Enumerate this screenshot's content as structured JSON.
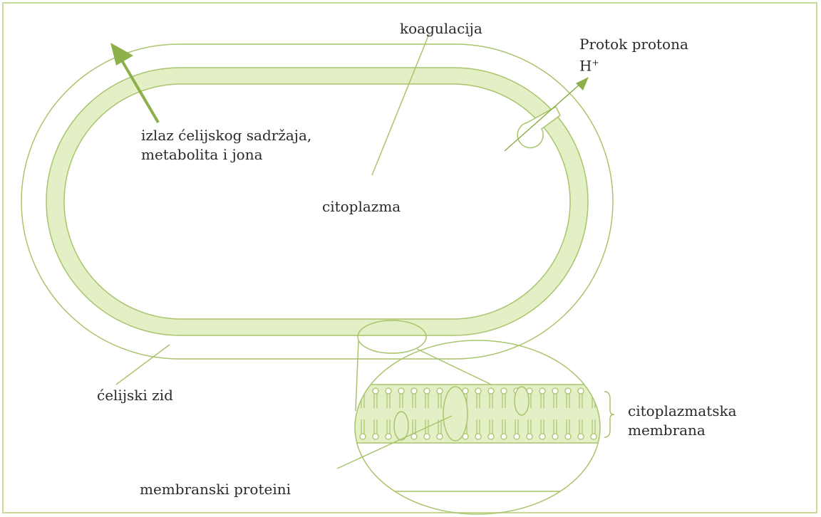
{
  "diagram": {
    "labels": {
      "coagulation": "koagulacija",
      "proton_flow": "Protok protona",
      "proton_symbol": "H",
      "proton_charge": "+",
      "leakage_line1": "izlaz ćelijskog sadržaja,",
      "leakage_line2": "metabolita i jona",
      "cytoplasm": "citoplazma",
      "cell_wall": "ćelijski zid",
      "cytoplasmic_membrane_line1": "citoplazmatska",
      "cytoplasmic_membrane_line2": "membrana",
      "membrane_proteins": "membranski proteini"
    },
    "colors": {
      "outline": "#a9c46c",
      "membrane_fill": "#e3efc4",
      "arrow": "#8db04a",
      "frame": "#c8dc9a"
    }
  }
}
